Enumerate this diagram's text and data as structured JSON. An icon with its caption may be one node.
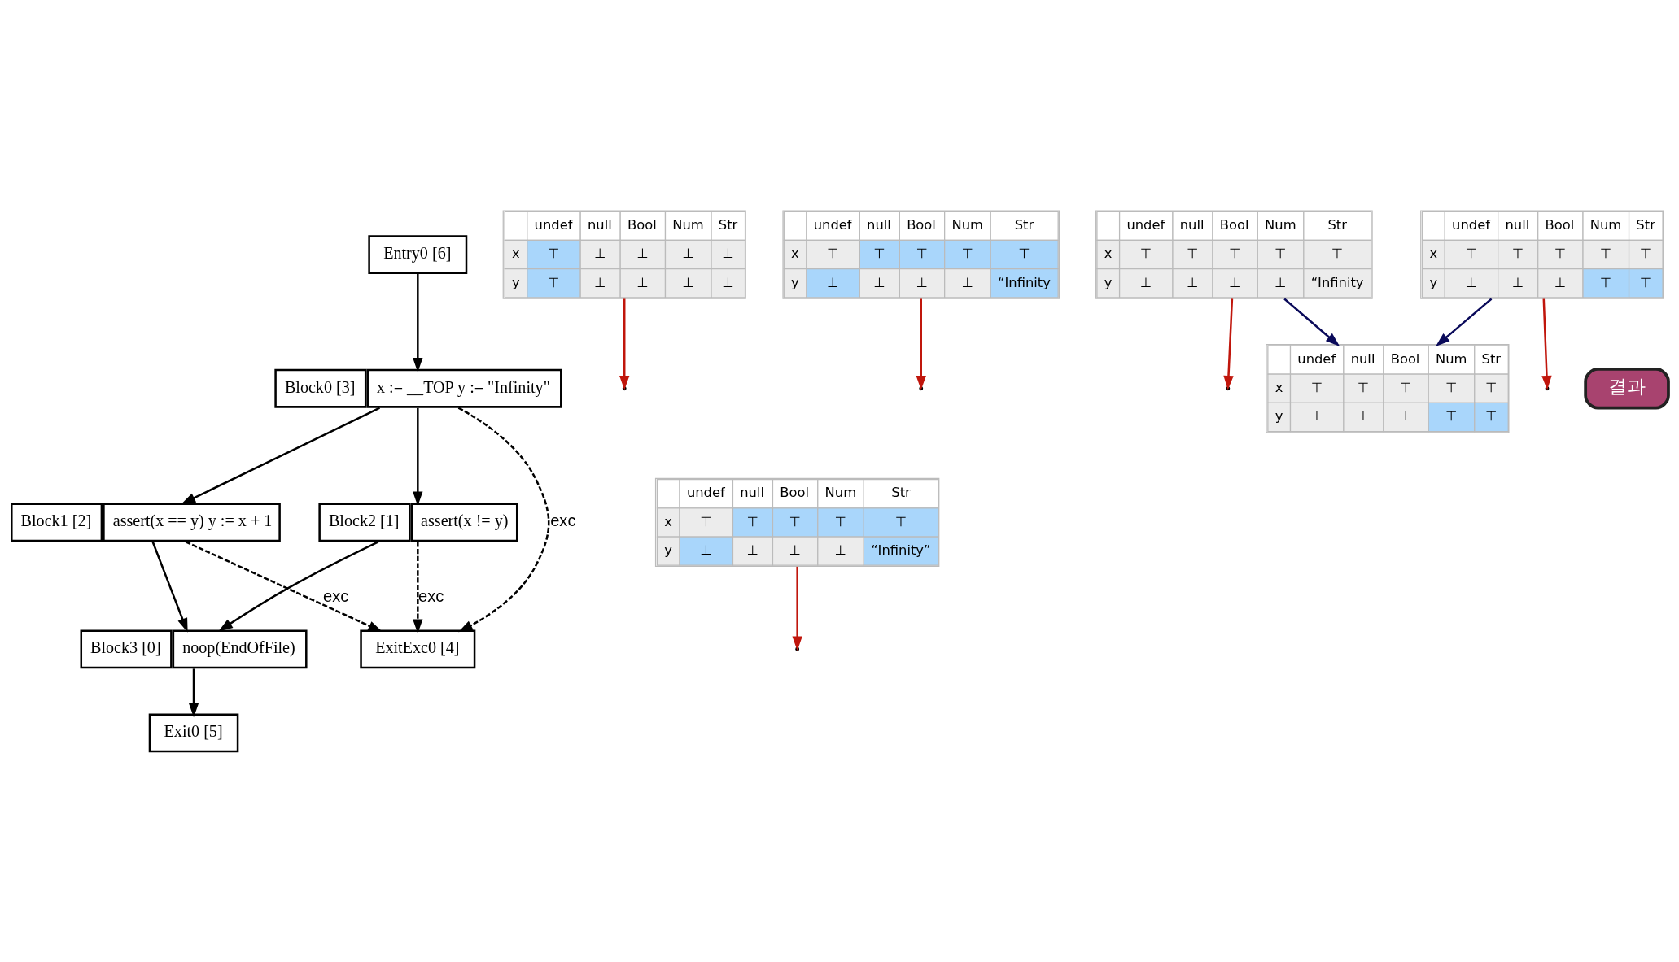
{
  "diagram": {
    "nodes": [
      {
        "text": [
          "Entry0 [6]"
        ]
      },
      {
        "text": [
          "Block0 [3]",
          "x := __TOP y := \"Infinity\""
        ]
      },
      {
        "text": [
          "Block1 [2]",
          "assert(x == y) y := x + 1"
        ]
      },
      {
        "text": [
          "Block2 [1]",
          "assert(x != y)"
        ]
      },
      {
        "text": [
          "Block3 [0]",
          "noop(EndOfFile)"
        ]
      },
      {
        "text": [
          "Exit0 [5]"
        ]
      },
      {
        "text": [
          "ExitExc0 [4]"
        ]
      },
      {
        "text": [
          "undef",
          "null",
          "Bool",
          "Num",
          "Str",
          "x",
          "⊤",
          "⊥",
          "⊥",
          "⊥",
          "⊥",
          "y",
          "⊤",
          "⊥",
          "⊥",
          "⊥",
          "⊥"
        ]
      },
      {
        "text": [
          "undef",
          "null",
          "Bool",
          "Num",
          "Str",
          "x",
          "⊤",
          "⊤",
          "⊤",
          "⊤",
          "⊤",
          "y",
          "⊥",
          "⊥",
          "⊥",
          "⊥",
          "“Infinity”"
        ]
      },
      {
        "text": [
          "undef",
          "null",
          "Bool",
          "Num",
          "Str",
          "x",
          "⊤",
          "⊤",
          "⊤",
          "⊤",
          "⊤",
          "y",
          "⊥",
          "⊥",
          "⊥",
          "⊥",
          "“Infinity"
        ]
      },
      {
        "text": [
          "undef",
          "null",
          "Bool",
          "Num",
          "Str",
          "x",
          "⊤",
          "⊤",
          "⊤",
          "⊤",
          "⊤",
          "y",
          "⊥",
          "⊥",
          "⊥",
          "⊥",
          "“Infinity"
        ]
      },
      {
        "text": [
          "undef",
          "null",
          "Bool",
          "Num",
          "Str",
          "x",
          "⊤",
          "⊤",
          "⊤",
          "⊤",
          "⊤",
          "y",
          "⊥",
          "⊥",
          "⊥",
          "⊤",
          "⊤"
        ]
      },
      {
        "text": [
          "undef",
          "null",
          "Bool",
          "Num",
          "Str",
          "x",
          "⊤",
          "⊤",
          "⊤",
          "⊤",
          "⊤",
          "y",
          "⊥",
          "⊥",
          "⊥",
          "⊤",
          "⊤"
        ]
      },
      {
        "text": [
          "결과"
        ]
      }
    ],
    "edges": [
      {
        "from": 0,
        "to": 1,
        "arrow": "to"
      },
      {
        "from": 1,
        "to": 2,
        "arrow": "to"
      },
      {
        "from": 1,
        "to": 3,
        "arrow": "to"
      },
      {
        "from": 1,
        "to": 6,
        "arrow": "to",
        "style": "dashed",
        "label": "exc"
      },
      {
        "from": 2,
        "to": 4,
        "arrow": "to"
      },
      {
        "from": 2,
        "to": 6,
        "arrow": "to",
        "style": "dashed",
        "label": "exc"
      },
      {
        "from": 3,
        "to": 4,
        "arrow": "to"
      },
      {
        "from": 3,
        "to": 6,
        "arrow": "to",
        "style": "dashed",
        "label": "exc"
      },
      {
        "from": 4,
        "to": 5,
        "arrow": "to"
      },
      {
        "from": 7,
        "to": null,
        "arrow": "to",
        "color": "#c0160c"
      },
      {
        "from": 8,
        "to": null,
        "arrow": "to",
        "color": "#c0160c"
      },
      {
        "from": 9,
        "to": null,
        "arrow": "to",
        "color": "#c0160c"
      },
      {
        "from": 10,
        "to": null,
        "arrow": "to",
        "color": "#c0160c"
      },
      {
        "from": 11,
        "to": null,
        "arrow": "to",
        "color": "#c0160c"
      },
      {
        "from": 10,
        "to": 12,
        "arrow": "to",
        "color": "#0a0a5a"
      },
      {
        "from": 11,
        "to": 12,
        "arrow": "to",
        "color": "#0a0a5a"
      }
    ]
  }
}
